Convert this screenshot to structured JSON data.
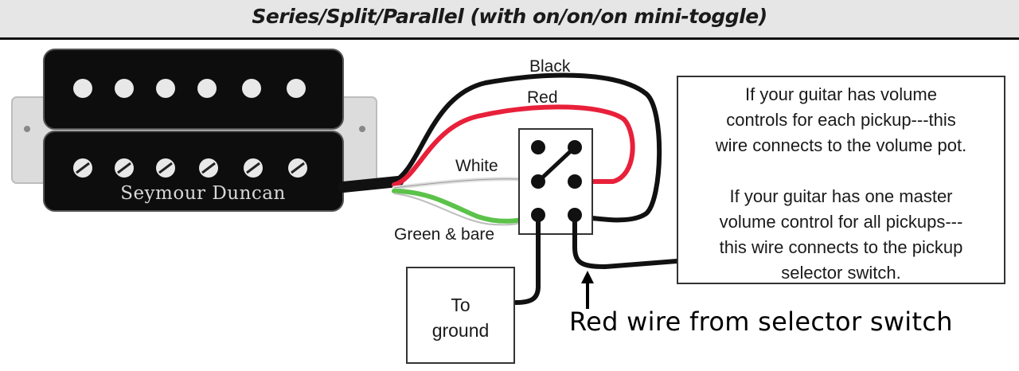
{
  "header": {
    "title": "Series/Split/Parallel (with on/on/on mini-toggle)"
  },
  "pickup": {
    "brand": "Seymour Duncan"
  },
  "wires": {
    "black": "Black",
    "red": "Red",
    "white": "White",
    "green_bare": "Green & bare"
  },
  "note": {
    "paragraph1": [
      "If your guitar has volume",
      "controls for each pickup---this",
      "wire connects to the volume pot."
    ],
    "paragraph2": [
      "If your guitar has one master",
      "volume control for all pickups---",
      "this wire connects to the pickup",
      "selector switch."
    ]
  },
  "ground": {
    "lines": [
      "To",
      "ground"
    ]
  },
  "bottom_label": "Red wire from selector switch",
  "colors": {
    "black_wire": "#111111",
    "red_wire": "#e8203a",
    "green_wire": "#5cc24a",
    "white_wire": "#f2f2f2",
    "pickup_body": "#0d0d0d",
    "mount_plate": "#dcdcdc"
  }
}
